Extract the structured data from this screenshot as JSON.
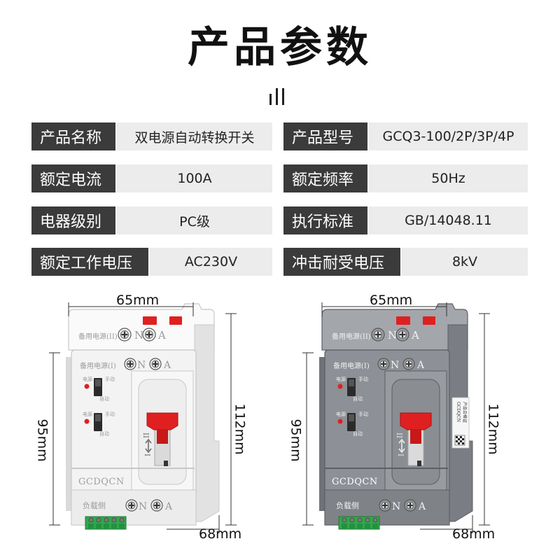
{
  "title": "产品参数",
  "params": [
    [
      {
        "label": "产品名称",
        "value": "双电源自动转换开关"
      },
      {
        "label": "产品型号",
        "value": "GCQ3-100/2P/3P/4P"
      }
    ],
    [
      {
        "label": "额定电流",
        "value": "100A"
      },
      {
        "label": "额定频率",
        "value": "50Hz"
      }
    ],
    [
      {
        "label": "电器级别",
        "value": "PC级"
      },
      {
        "label": "执行标准",
        "value": "GB/14048.11"
      }
    ],
    [
      {
        "label": "额定工作电压",
        "value": "AC230V"
      },
      {
        "label": "冲击耐受电压",
        "value": "8kV"
      }
    ]
  ],
  "devices": [
    {
      "theme": "white",
      "width_dim": "65mm",
      "height_dim": "95mm",
      "full_height_dim": "112mm",
      "depth_dim": "68mm",
      "top_label": "备用电源(II)",
      "mid_label": "备用电源(I)",
      "N": "N",
      "A": "A",
      "manual": "手动",
      "auto": "自动",
      "source": "电源",
      "brand": "GCDQCN",
      "load_label": "负载侧"
    },
    {
      "theme": "grey",
      "width_dim": "65mm",
      "height_dim": "95mm",
      "full_height_dim": "112mm",
      "depth_dim": "68mm",
      "top_label": "备用电源(II)",
      "mid_label": "备用电源(I)",
      "N": "N",
      "A": "A",
      "manual": "手动",
      "auto": "自动",
      "source": "电源",
      "brand": "GCDQCN",
      "load_label": "负载侧",
      "plate_brand": "GCDQCN",
      "plate_title": "产品合格证"
    }
  ],
  "colors": {
    "label_bg": "#3b3b3b",
    "value_bg": "#ececec",
    "handle_red": "#e02020",
    "terminal_green": "#2fa84a",
    "white_body": "#f3f3f3",
    "grey_body": "#8d9096"
  }
}
